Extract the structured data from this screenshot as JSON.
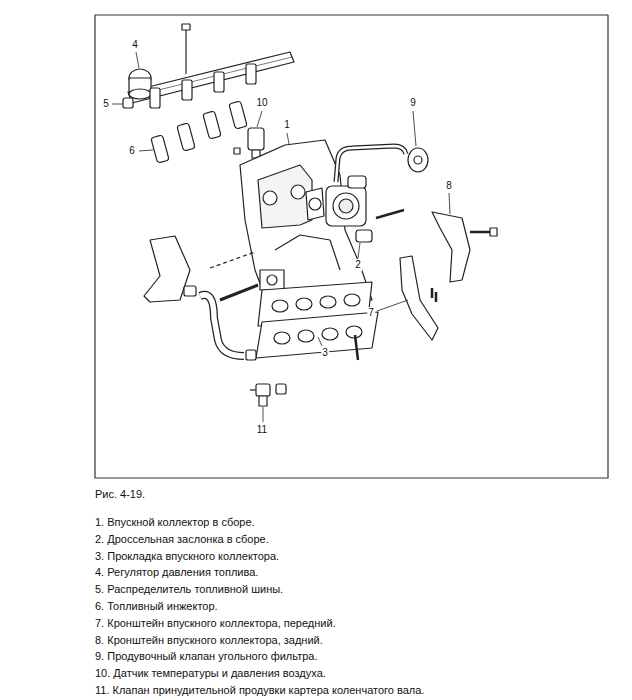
{
  "diagram": {
    "caption": "Рис. 4-19.",
    "labels": [
      "4",
      "5",
      "10",
      "9",
      "1",
      "6",
      "8",
      "2",
      "7",
      "3",
      "11",
      "1. Впускной коллектор в сборе.",
      "2. Дроссельная заслонка в сборе.",
      "3. Прокладка впускного коллектора.",
      "4. Регулятор давления топлива.",
      "5. Распределитель топливной шины.",
      "6. Топливный инжектор.",
      "7. Кронштейн впускного коллектора, передний.",
      "8. Кронштейн впускного коллектора, задний.",
      "9. Продувочный клапан угольного фильтра.",
      "10. Датчик температуры и давления воздуха.",
      "11. Клапан принудительной продувки картера коленчатого вала."
    ]
  }
}
